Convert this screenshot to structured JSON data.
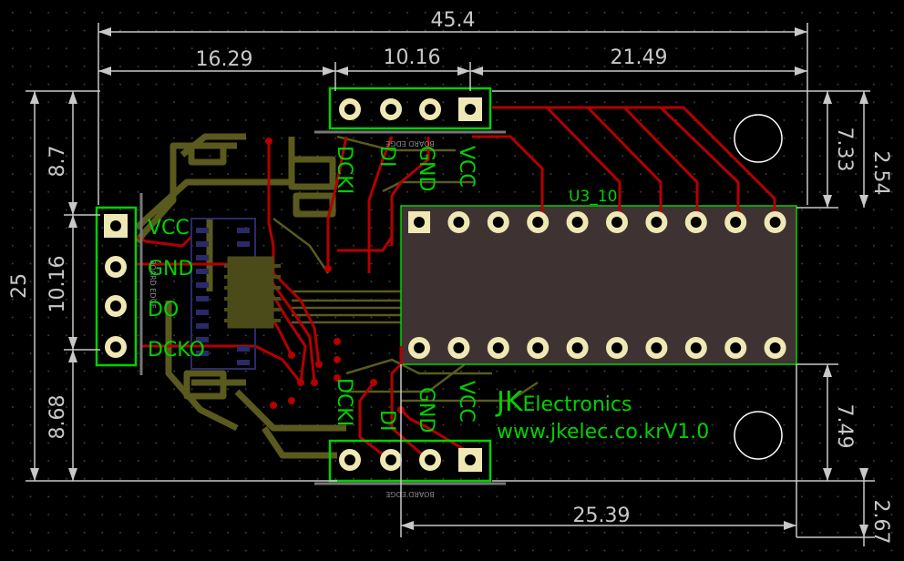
{
  "dimensions": {
    "overall_width": "45.4",
    "left_offset": "16.29",
    "top_header_pitch": "10.16",
    "right_offset": "21.49",
    "board_height": "25",
    "left_top": "8.7",
    "left_header_pitch": "10.16",
    "left_bottom": "8.68",
    "right_top_a": "7.33",
    "right_top_b": "2.54",
    "right_bottom_a": "7.49",
    "right_bottom_b": "2.67",
    "socket_width": "25.39"
  },
  "labels": {
    "top_header_pins": [
      "DCKI",
      "DI",
      "GND",
      "VCC"
    ],
    "bottom_header_pins": [
      "DCKI",
      "DI",
      "GND",
      "VCC"
    ],
    "left_header_pins": [
      "VCC",
      "GND",
      "DO",
      "DCKO"
    ],
    "board_edge": "BOARD EDGE",
    "socket_name": "U3_10",
    "brand_jk": "JK",
    "brand_rest": "Electronics",
    "website": "www.jkelec.co.krV1.0"
  },
  "colors": {
    "background": "#000000",
    "silkscreen": "#00d200",
    "top_copper": "#b40000",
    "bottom_copper": "#5a5a1e",
    "pad": "#f0e8b4",
    "dimension": "#c8c8c8"
  }
}
